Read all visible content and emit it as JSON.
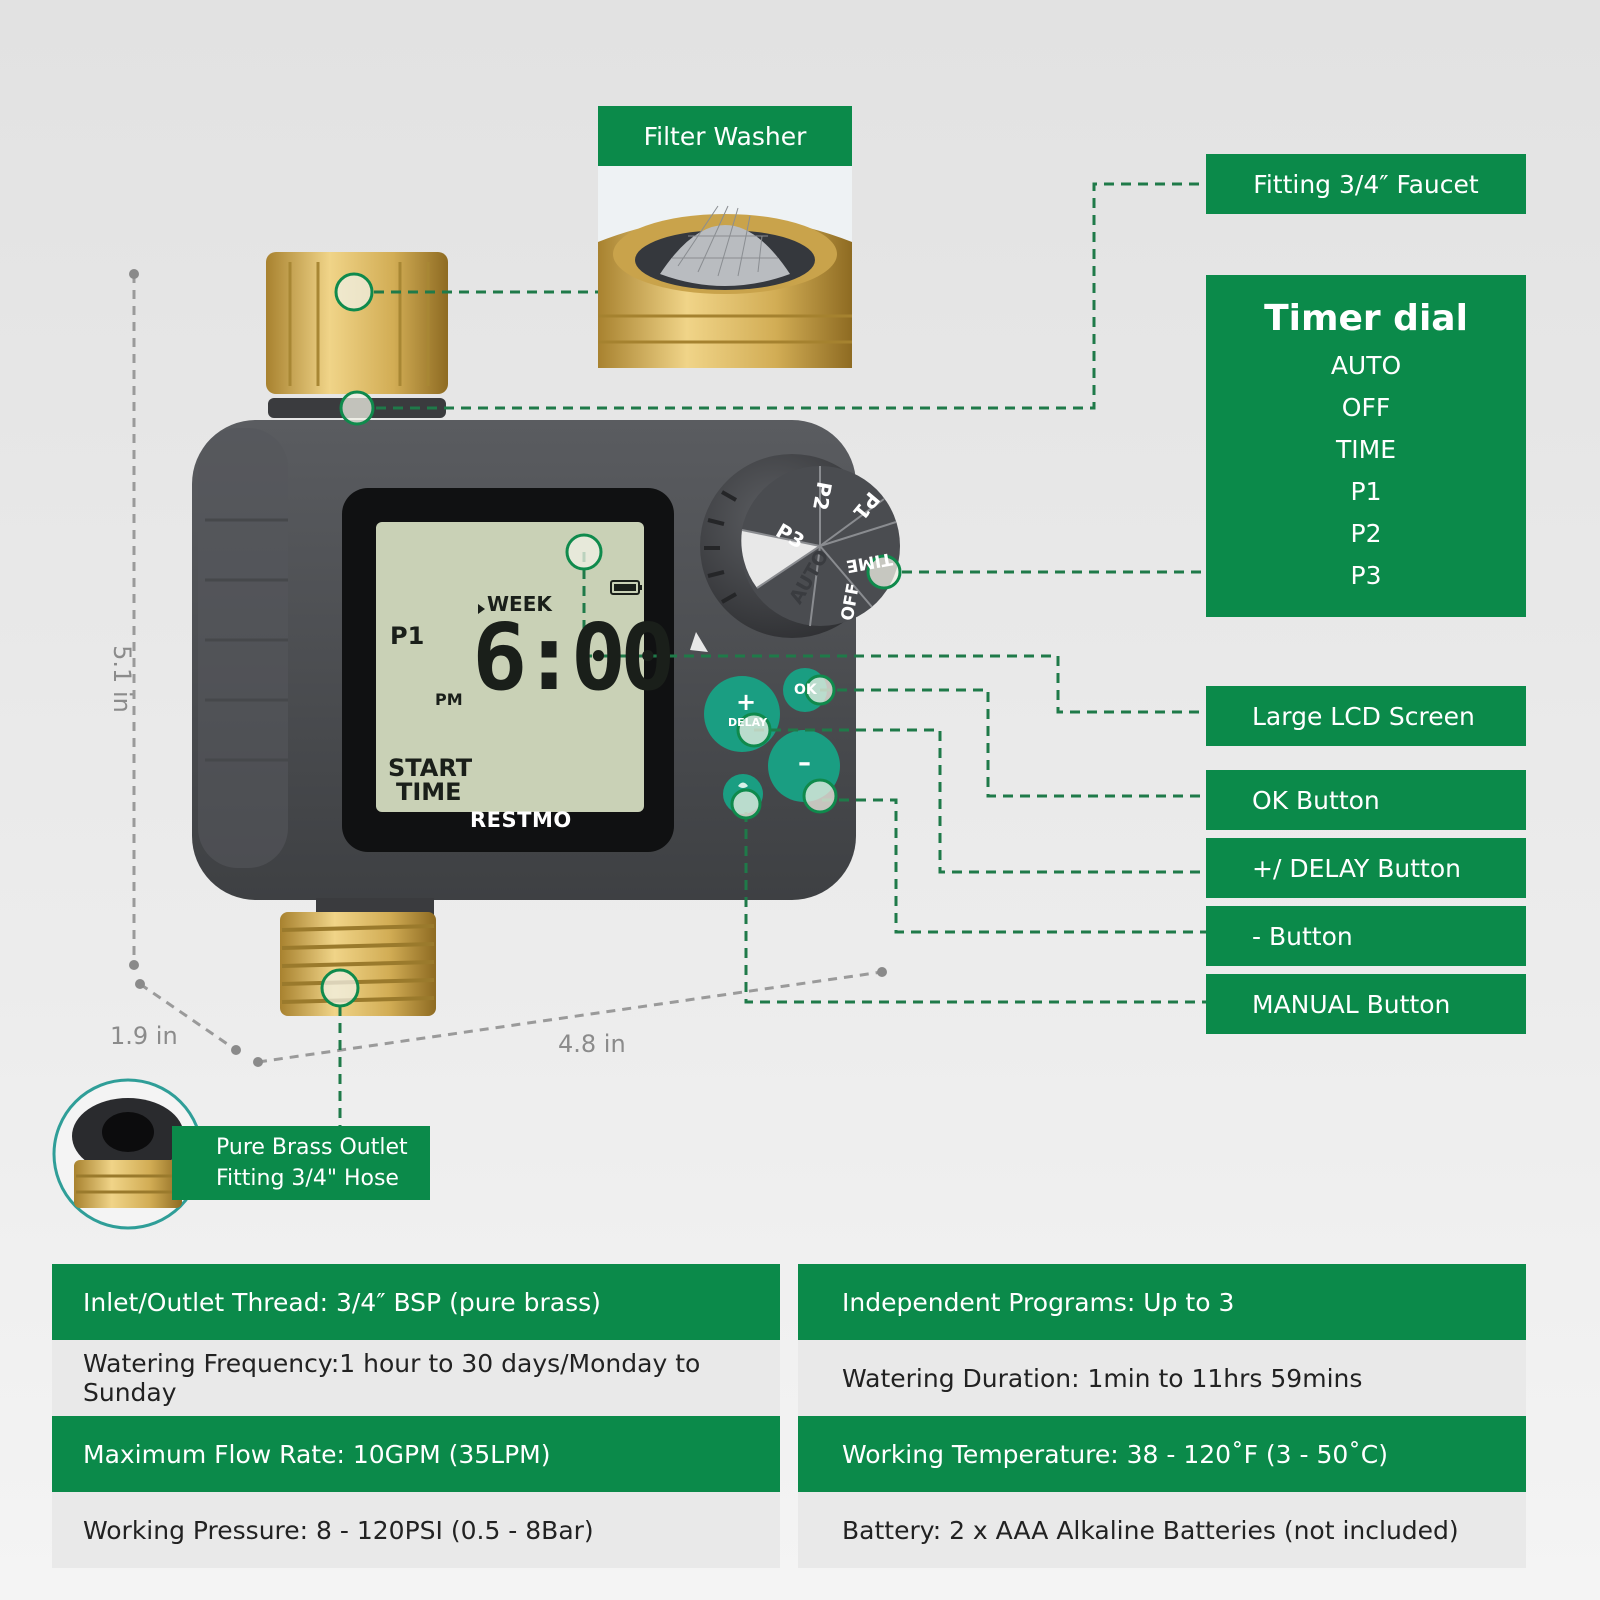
{
  "dimensions": {
    "height": "5.1 in",
    "depth": "1.9 in",
    "width": "4.8 in"
  },
  "callouts": {
    "filter_washer": "Filter Washer",
    "faucet_fitting": "Fitting 3/4″ Faucet",
    "lcd_screen": "Large LCD Screen",
    "ok_button": "OK Button",
    "delay_button": "+/ DELAY Button",
    "minus_button": "- Button",
    "manual_button": "MANUAL Button",
    "outlet_line1": "Pure Brass Outlet",
    "outlet_line2": "Fitting 3/4\" Hose"
  },
  "timer_dial": {
    "title": "Timer dial",
    "modes": [
      "AUTO",
      "OFF",
      "TIME",
      "P1",
      "P2",
      "P3"
    ]
  },
  "device": {
    "brand": "RESTMO",
    "lcd": {
      "program": "P1",
      "week": "WEEK",
      "ampm": "PM",
      "time": "6:00",
      "mode_line1": "START",
      "mode_line2": "TIME"
    },
    "buttons": {
      "plus": "+",
      "delay": "DELAY",
      "ok": "OK",
      "minus": "–"
    },
    "dial_labels": [
      "P2",
      "P1",
      "P3",
      "TIME",
      "AUTO",
      "OFF"
    ]
  },
  "specs": [
    [
      "Inlet/Outlet Thread: 3/4″ BSP (pure brass)",
      "Independent Programs: Up to 3"
    ],
    [
      "Watering Frequency:1 hour to 30 days/Monday to Sunday",
      "Watering Duration: 1min to 11hrs 59mins"
    ],
    [
      "Maximum Flow Rate: 10GPM (35LPM)",
      "Working Temperature: 38 - 120˚F (3 - 50˚C)"
    ],
    [
      "Working Pressure: 8 - 120PSI (0.5 - 8Bar)",
      "Battery: 2 x AAA Alkaline Batteries (not included)"
    ]
  ],
  "colors": {
    "brand_green": "#0b8a4a",
    "teal_button": "#1a9e82",
    "brass": "#d9b65a",
    "housing": "#4b4d50"
  }
}
